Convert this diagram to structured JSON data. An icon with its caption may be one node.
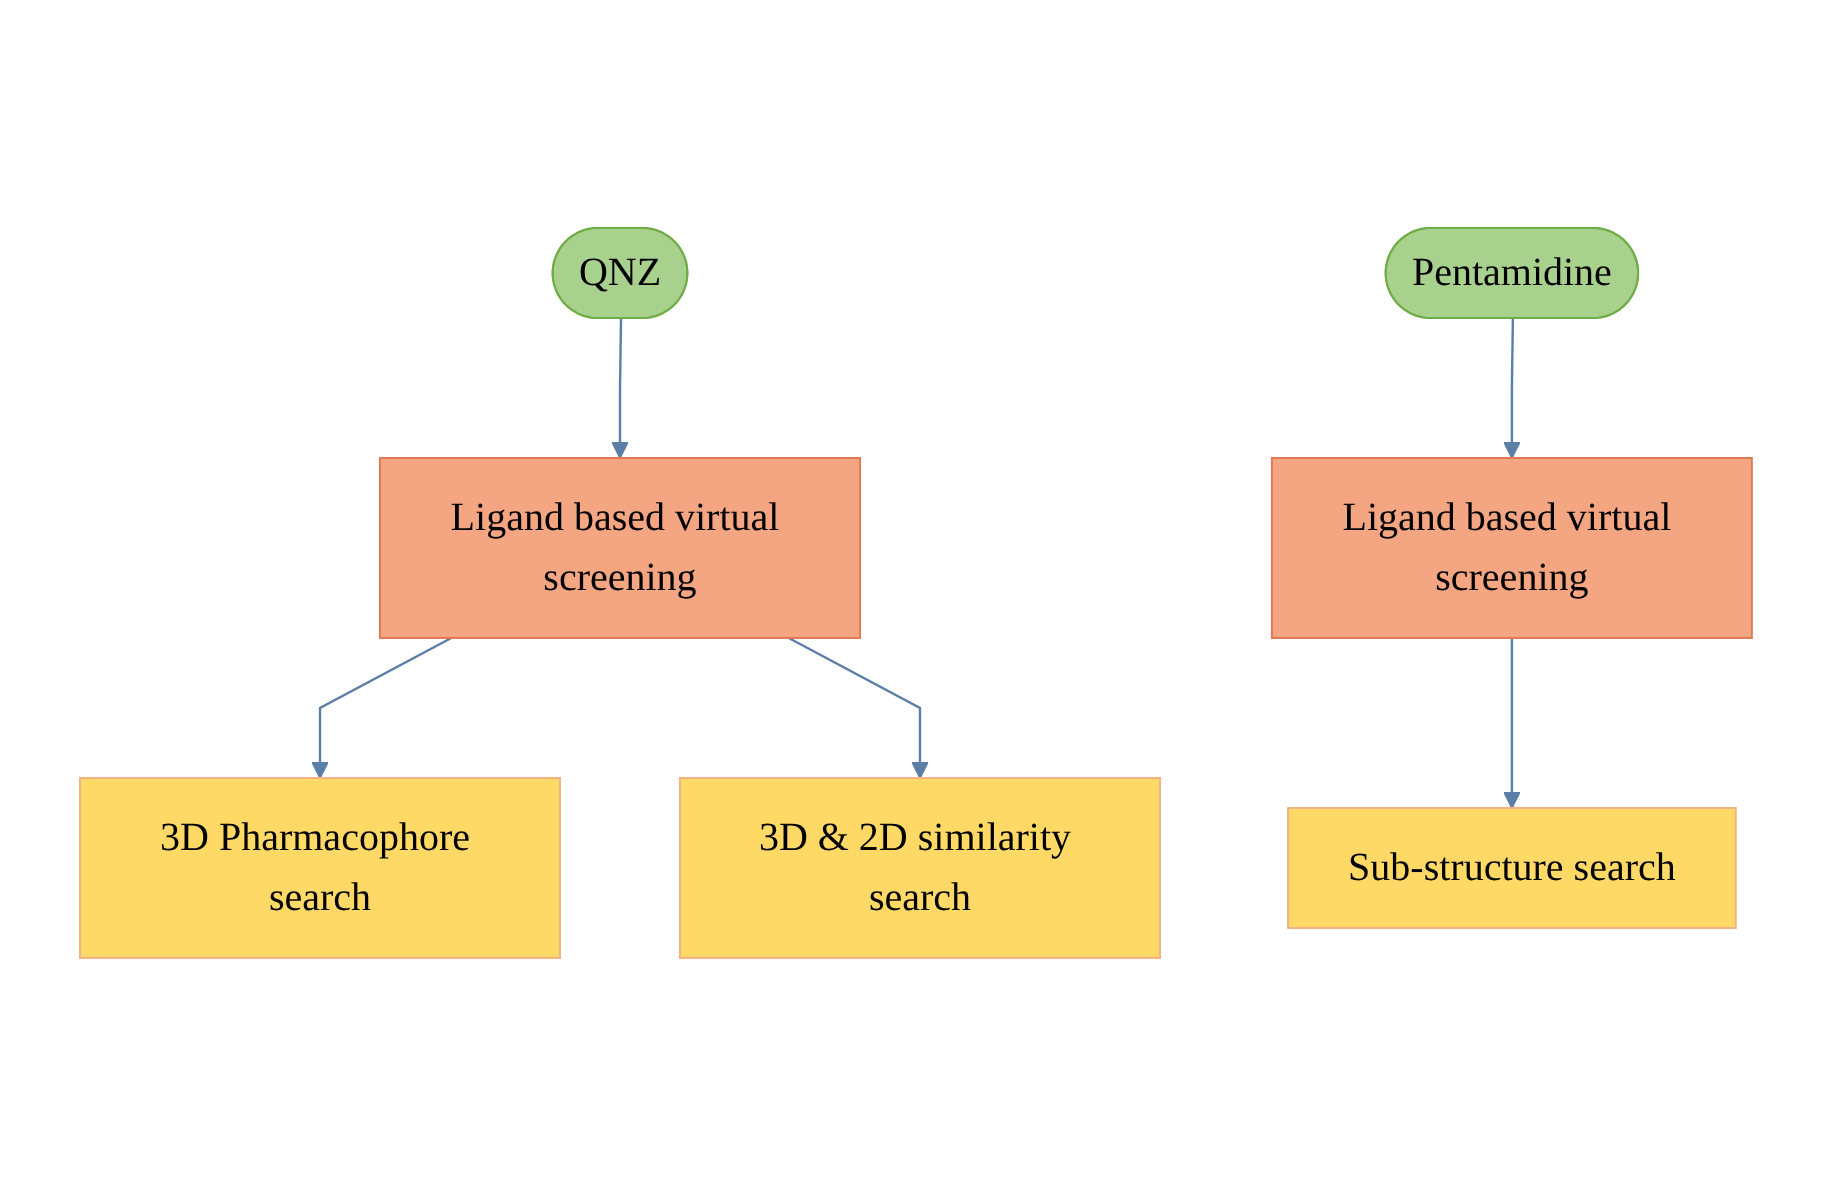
{
  "diagram": {
    "nodes": [
      {
        "text": [
          "QNZ"
        ]
      },
      {
        "text": [
          "Ligand based virtual screening"
        ]
      },
      {
        "text": [
          "3D Pharmacophore search"
        ]
      },
      {
        "text": [
          "3D & 2D similarity search"
        ]
      },
      {
        "text": [
          "Pentamidine"
        ]
      },
      {
        "text": [
          "Ligand based virtual screening"
        ]
      },
      {
        "text": [
          "Sub-structure search"
        ]
      }
    ],
    "edges": [
      {
        "from": 0,
        "to": 1,
        "arrow": "to"
      },
      {
        "from": 1,
        "to": 2,
        "arrow": "to"
      },
      {
        "from": 1,
        "to": 3,
        "arrow": "to"
      },
      {
        "from": 4,
        "to": 5,
        "arrow": "to"
      },
      {
        "from": 5,
        "to": 6,
        "arrow": "to"
      }
    ]
  }
}
